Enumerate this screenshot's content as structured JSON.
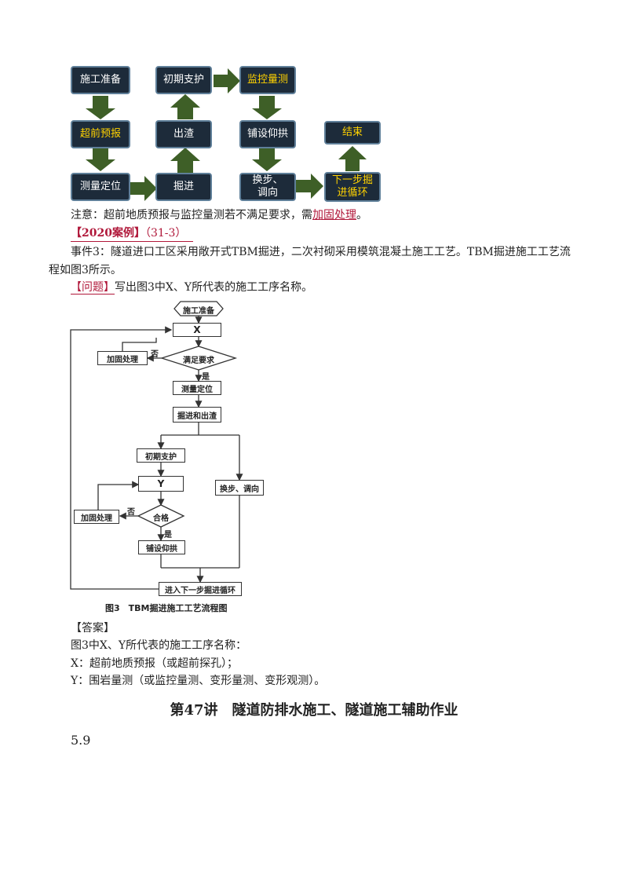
{
  "diagram1": {
    "boxes": {
      "prep": "施工准备",
      "forecast": "超前预报",
      "survey": "测量定位",
      "support": "初期支护",
      "muck": "出渣",
      "excavate": "掘进",
      "monitor": "监控量测",
      "invert": "铺设仰拱",
      "reposition": "换步、\n调向",
      "next": "下一步掘\n进循环",
      "end": "结束"
    }
  },
  "note": {
    "prefix": "注意：超前地质预报与监控量测若不满足要求，需",
    "link": "加固处理",
    "suffix": "。"
  },
  "case": {
    "tag": "【2020案例】",
    "ref": "（31-3）",
    "event_line1": "事件3：隧道进口工区采用敞开式TBM掘进，二次衬砌采用模筑混凝土施工工艺。TBM掘进施工工艺流",
    "event_line2": "程如图3所示。",
    "question_tag": "【问题】",
    "question_text": "写出图3中X、Y所代表的施工工序名称。"
  },
  "flowchart": {
    "start": "施工准备",
    "x": "X",
    "reinforce1": "加固处理",
    "no1": "否",
    "requirement": "满足要求",
    "yes1": "是",
    "survey": "测量定位",
    "excavate_muck": "掘进和出渣",
    "support": "初期支护",
    "y": "Y",
    "reposition": "换步、调向",
    "reinforce2": "加固处理",
    "no2": "否",
    "qualified": "合格",
    "yes2": "是",
    "invert": "铺设仰拱",
    "next": "进入下一步掘进循环",
    "caption": "图3　TBM掘进施工工艺流程图"
  },
  "answer": {
    "tag": "【答案】",
    "line1": "图3中X、Y所代表的施工工序名称：",
    "line2": "X：超前地质预报（或超前探孔）；",
    "line3": "Y：围岩量测（或监控量测、变形量测、变形观测）。"
  },
  "section": {
    "title": "第47讲　隧道防排水施工、隧道施工辅助作业",
    "number": "5.9"
  }
}
